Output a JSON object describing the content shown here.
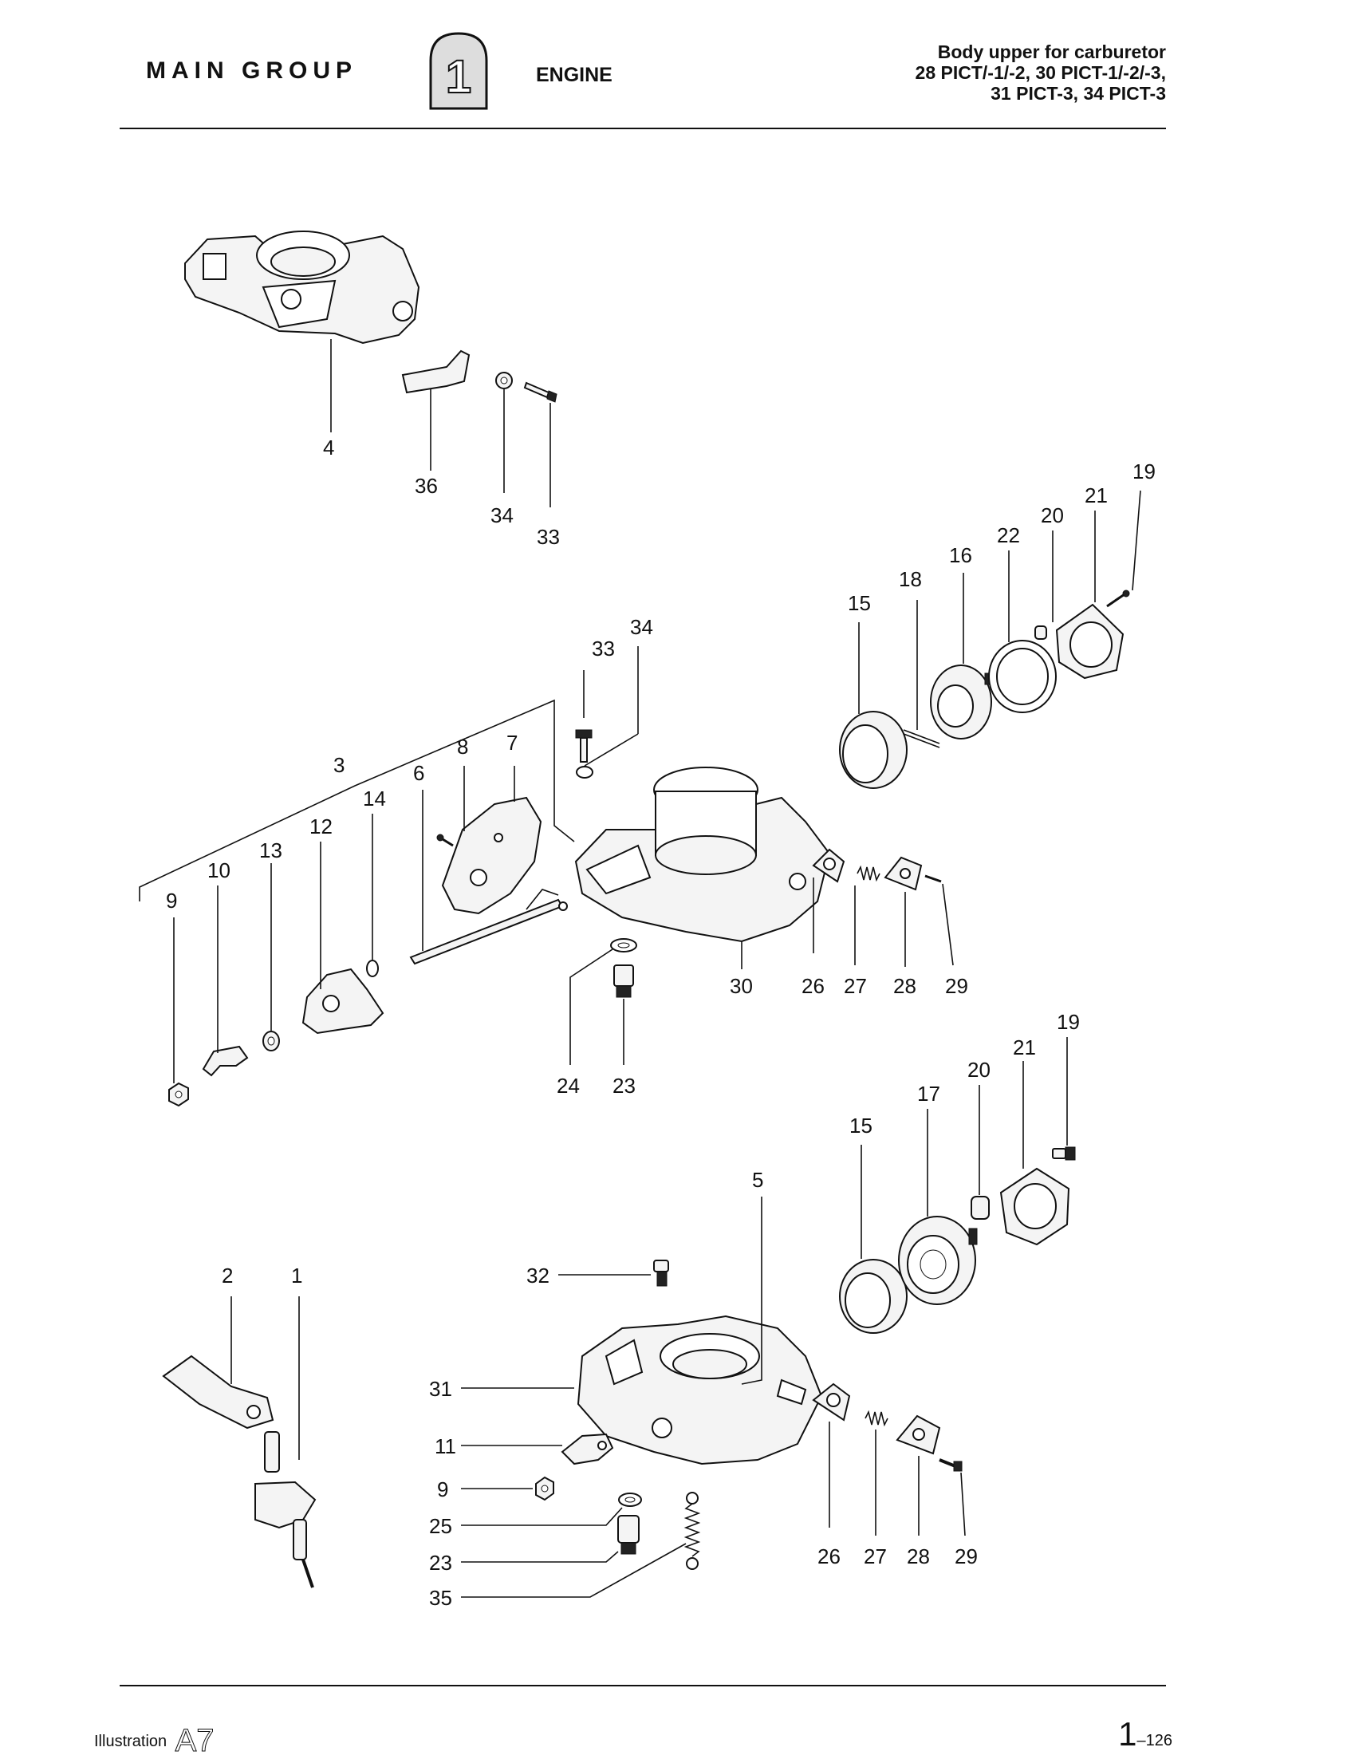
{
  "header": {
    "main_group": "MAIN GROUP",
    "group_number": "1",
    "section": "ENGINE",
    "title_lines": [
      "Body upper for carburetor",
      "28 PICT/-1/-2, 30 PICT-1/-2/-3,",
      "31 PICT-3, 34 PICT-3"
    ]
  },
  "footer": {
    "illustration_label": "Illustration",
    "illustration_code": "A7",
    "page_main": "1",
    "page_sub": "–126"
  },
  "callouts": {
    "c4": "4",
    "c36": "36",
    "c34a": "34",
    "c33a": "33",
    "c19a": "19",
    "c21a": "21",
    "c20a": "20",
    "c22": "22",
    "c16": "16",
    "c18": "18",
    "c15a": "15",
    "c34b": "34",
    "c33b": "33",
    "c3": "3",
    "c8": "8",
    "c7": "7",
    "c14": "14",
    "c6": "6",
    "c12": "12",
    "c13": "13",
    "c10": "10",
    "c9a": "9",
    "c30": "30",
    "c26a": "26",
    "c27a": "27",
    "c28a": "28",
    "c29a": "29",
    "c24": "24",
    "c23a": "23",
    "c19b": "19",
    "c21b": "21",
    "c20b": "20",
    "c17": "17",
    "c15b": "15",
    "c5": "5",
    "c32": "32",
    "c2": "2",
    "c1": "1",
    "c31": "31",
    "c11": "11",
    "c9b": "9",
    "c25": "25",
    "c23b": "23",
    "c35": "35",
    "c26b": "26",
    "c27b": "27",
    "c28b": "28",
    "c29b": "29"
  }
}
